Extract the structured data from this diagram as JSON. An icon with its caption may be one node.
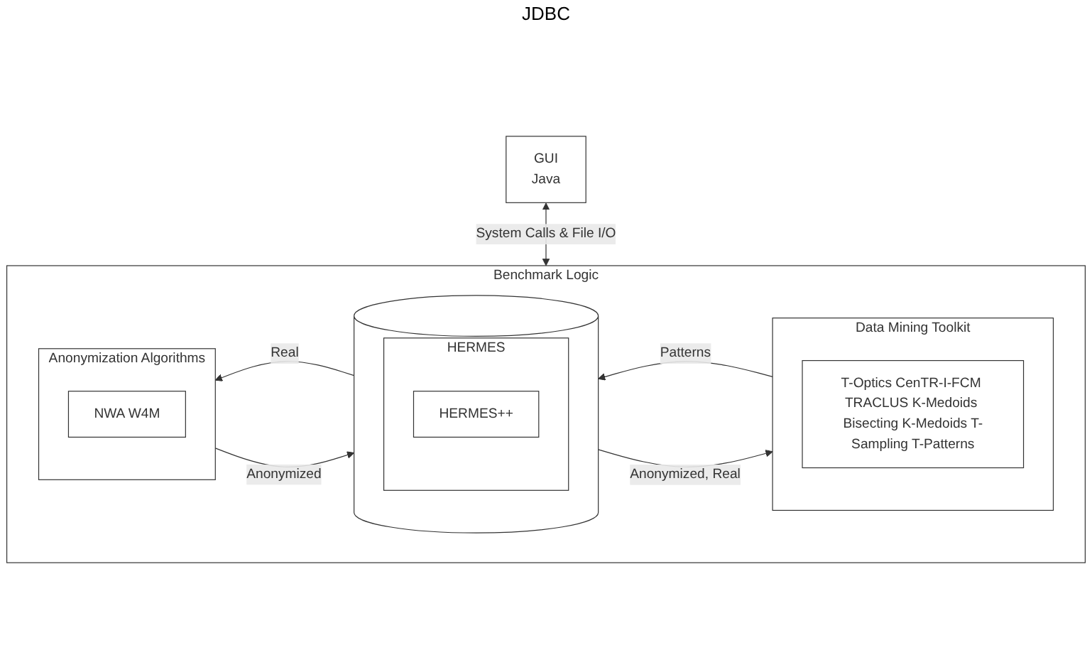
{
  "diagram": {
    "nodes": [
      {
        "text": [
          "GUI",
          "Java"
        ]
      },
      {
        "text": [
          "Benchmark Logic"
        ]
      },
      {
        "text": [
          "Anonymization Algorithms"
        ],
        "in": 1
      },
      {
        "text": [
          "NWA W4M"
        ],
        "in": 2
      },
      {
        "text": [],
        "shape": "cylinder",
        "in": 1
      },
      {
        "text": [
          "HERMES"
        ],
        "in": 4
      },
      {
        "text": [
          "HERMES++"
        ],
        "in": 5
      },
      {
        "text": [
          "Data Mining Toolkit"
        ],
        "in": 1
      },
      {
        "text": [
          "T-Optics CenTR-I-FCM TRACLUS K-Medoids Bisecting K-Medoids T-Sampling T-Patterns"
        ],
        "in": 7
      }
    ],
    "edges": [
      {
        "from": 0,
        "to": 1,
        "arrow": "both",
        "label": "System Calls & File I/O"
      },
      {
        "from": 2,
        "to": 4,
        "arrow": "to",
        "label": "Anonymized"
      },
      {
        "from": 4,
        "to": 2,
        "arrow": "to",
        "label": "Real"
      },
      {
        "from": 4,
        "to": 7,
        "arrow": "to",
        "label": "Anonymized, Real"
      },
      {
        "from": 7,
        "to": 4,
        "arrow": "to",
        "label": "Patterns"
      }
    ],
    "labels": [
      "JDBC"
    ]
  }
}
